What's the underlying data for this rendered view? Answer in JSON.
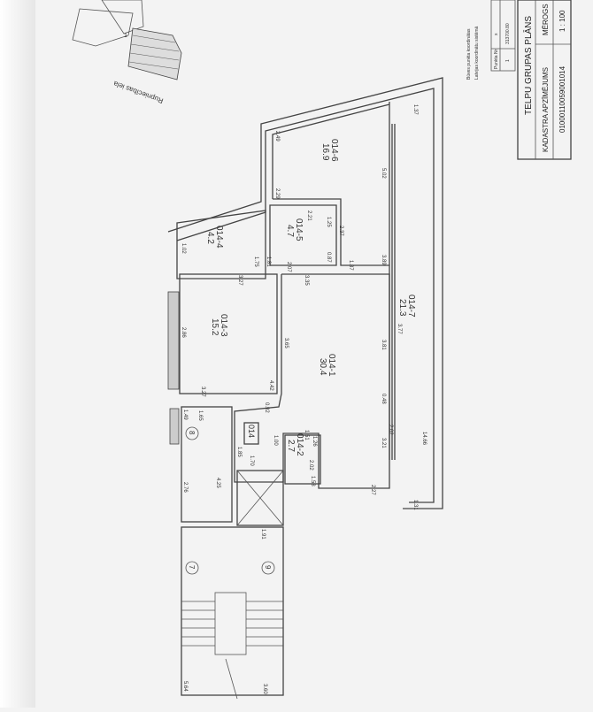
{
  "title_block": {
    "plan_title": "TELPU GRUPAS PLĀNS",
    "cadastre_label": "KADASTRA APZĪMĒJUMS",
    "scale_label": "MĒROGS",
    "cadastre_number": "01000110059001014",
    "scale_value": "1 : 100"
  },
  "coordinates_table": {
    "caption_1": "Būves punkta koordinātas",
    "caption_2": "Latvijas koordinātu sistēmā",
    "col_point": "Punkta Nr",
    "col_x": "x",
    "row_point": "1",
    "row_x": "313700.80"
  },
  "site": {
    "street": "Rupniecības iela",
    "plot_mark": "1"
  },
  "group_label": "014",
  "rooms": [
    {
      "id": "014-1",
      "area": "30.4"
    },
    {
      "id": "014-2",
      "area": "2.7"
    },
    {
      "id": "014-3",
      "area": "15.2"
    },
    {
      "id": "014-4",
      "area": "4.2"
    },
    {
      "id": "014-5",
      "area": "4.7"
    },
    {
      "id": "014-6",
      "area": "16.9"
    },
    {
      "id": "014-7",
      "area": "21.3"
    }
  ],
  "stair_markers": [
    "7",
    "8",
    "9"
  ],
  "dimensions": [
    "1.37",
    "2.49",
    "5.02",
    "2.29",
    "2.21",
    "1.25",
    "2.37",
    "1.02",
    "1.75",
    "1.81",
    "2.07",
    "0.87",
    "1.87",
    "3.89",
    "3.27",
    "3.35",
    "2.86",
    "3.65",
    "3.81",
    "3.77",
    "3.27",
    "4.42",
    "0.48",
    "2.02",
    "3.21",
    "14.66",
    "1.31",
    "1.49",
    "1.65",
    "1.51",
    "1.26",
    "1.00",
    "1.70",
    "1.85",
    "2.02",
    "1.58",
    "2.27",
    "2.76",
    "4.25",
    "1.91",
    "5.64",
    "3.60",
    "0.92"
  ]
}
